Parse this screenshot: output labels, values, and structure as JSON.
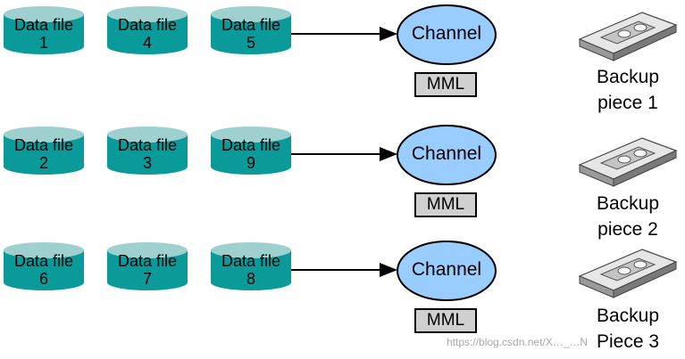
{
  "rows": [
    {
      "data_files": [
        {
          "line1": "Data file",
          "line2": "1"
        },
        {
          "line1": "Data file",
          "line2": "4"
        },
        {
          "line1": "Data file",
          "line2": "5"
        }
      ],
      "channel": "Channel",
      "mml": "MML",
      "backup": {
        "line1": "Backup",
        "line2": "piece 1"
      }
    },
    {
      "data_files": [
        {
          "line1": "Data file",
          "line2": "2"
        },
        {
          "line1": "Data file",
          "line2": "3"
        },
        {
          "line1": "Data file",
          "line2": "9"
        }
      ],
      "channel": "Channel",
      "mml": "MML",
      "backup": {
        "line1": "Backup",
        "line2": "piece 2"
      }
    },
    {
      "data_files": [
        {
          "line1": "Data file",
          "line2": "6"
        },
        {
          "line1": "Data file",
          "line2": "7"
        },
        {
          "line1": "Data file",
          "line2": "8"
        }
      ],
      "channel": "Channel",
      "mml": "MML",
      "backup": {
        "line1": "Backup",
        "line2": "Piece 3"
      }
    }
  ],
  "watermark": "https://blog.csdn.net/X…_…N",
  "colors": {
    "cylinder_fill": "#0a9a9a",
    "cylinder_top": "#9fd0d0",
    "channel_fill": "#99ccff",
    "mml_fill": "#d0d0d0",
    "arrow": "#000000"
  },
  "icons": {
    "data_file": "database-cylinder-icon",
    "backup_piece": "tape-cartridge-icon"
  }
}
